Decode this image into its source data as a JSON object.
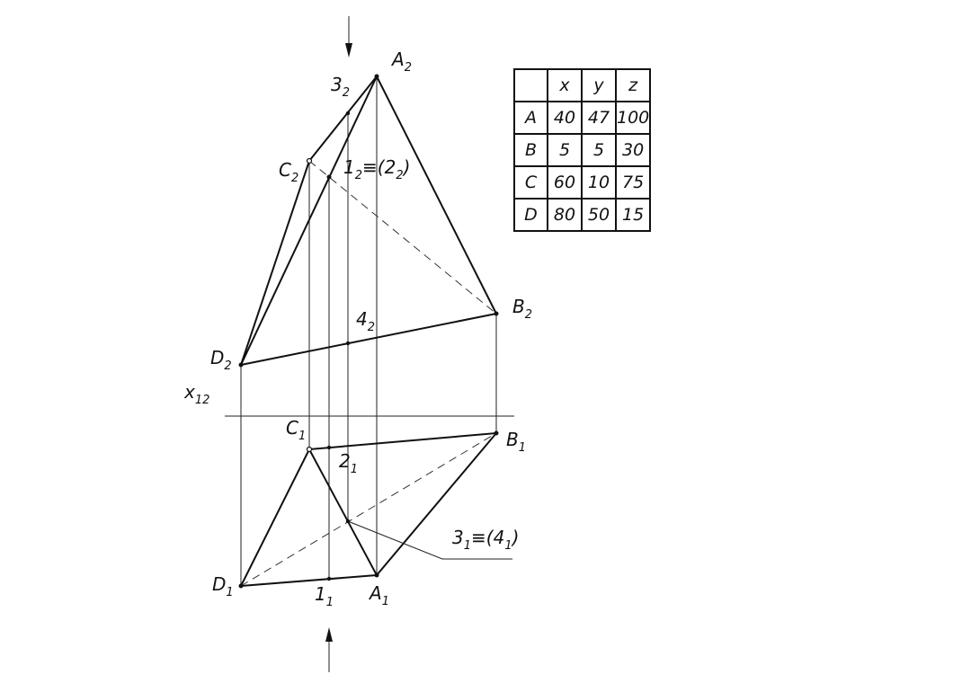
{
  "labels": {
    "A2": {
      "main": "A",
      "sub": "2"
    },
    "B2": {
      "main": "B",
      "sub": "2"
    },
    "C2": {
      "main": "C",
      "sub": "2"
    },
    "D2": {
      "main": "D",
      "sub": "2"
    },
    "p3_2": {
      "main": "3",
      "sub": "2"
    },
    "p4_2": {
      "main": "4",
      "sub": "2"
    },
    "p1_2": {
      "main": "1",
      "sub": "2",
      "rest": "≡(2",
      "sub2": "2",
      "close": ")"
    },
    "x12": {
      "main": "x",
      "sub": "12"
    },
    "C1": {
      "main": "C",
      "sub": "1"
    },
    "B1": {
      "main": "B",
      "sub": "1"
    },
    "p2_1": {
      "main": "2",
      "sub": "1"
    },
    "p3_1": {
      "main": "3",
      "sub": "1",
      "rest": "≡(4",
      "sub2": "1",
      "close": ")"
    },
    "D1": {
      "main": "D",
      "sub": "1"
    },
    "p1_1": {
      "main": "1",
      "sub": "1"
    },
    "A1": {
      "main": "A",
      "sub": "1"
    }
  },
  "table": {
    "headers": [
      "",
      "x",
      "y",
      "z"
    ],
    "rows": [
      [
        "A",
        "40",
        "47",
        "100"
      ],
      [
        "B",
        "5",
        "5",
        "30"
      ],
      [
        "C",
        "60",
        "10",
        "75"
      ],
      [
        "D",
        "80",
        "50",
        "15"
      ]
    ]
  }
}
